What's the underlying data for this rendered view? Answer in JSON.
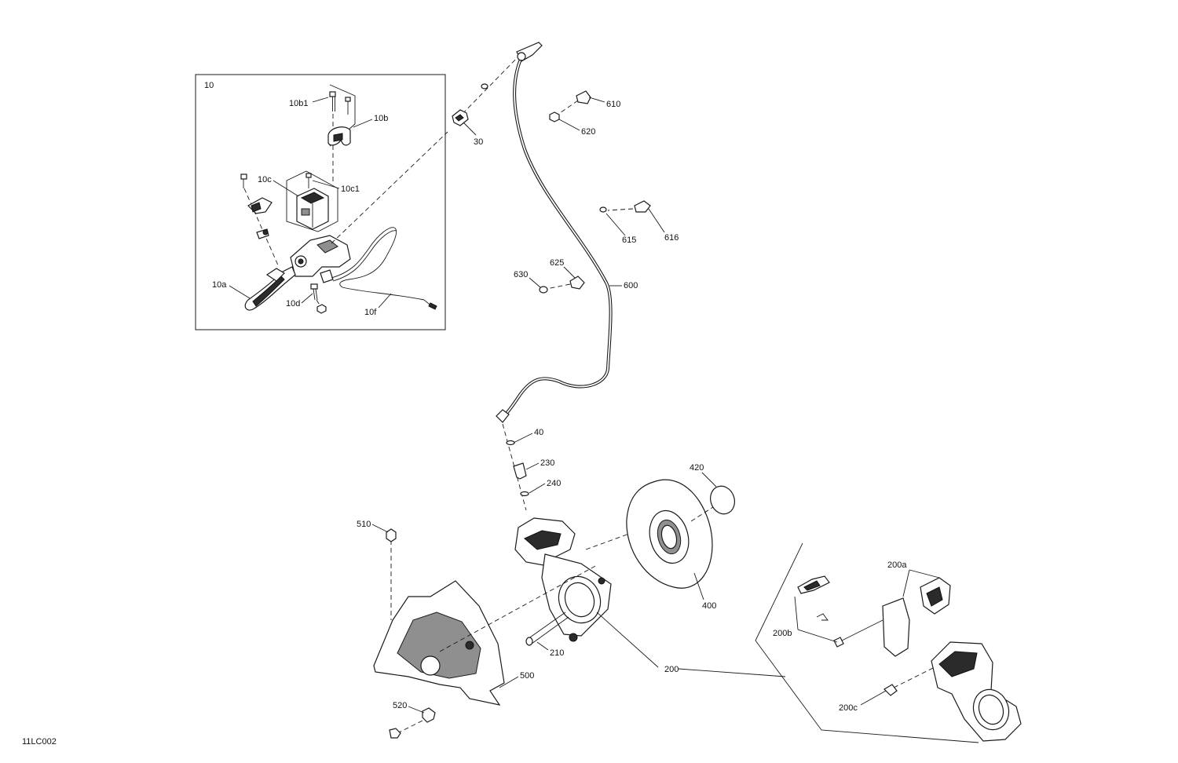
{
  "diagram_id": "11LC002",
  "inset_box_label": "10",
  "callouts": [
    {
      "key": "p10b1",
      "text": "10b1"
    },
    {
      "key": "p10b",
      "text": "10b"
    },
    {
      "key": "p10c",
      "text": "10c"
    },
    {
      "key": "p10c1",
      "text": "10c1"
    },
    {
      "key": "p10a",
      "text": "10a"
    },
    {
      "key": "p10d",
      "text": "10d"
    },
    {
      "key": "p10f",
      "text": "10f"
    },
    {
      "key": "p30",
      "text": "30"
    },
    {
      "key": "p610",
      "text": "610"
    },
    {
      "key": "p620",
      "text": "620"
    },
    {
      "key": "p615",
      "text": "615"
    },
    {
      "key": "p616",
      "text": "616"
    },
    {
      "key": "p625",
      "text": "625"
    },
    {
      "key": "p630",
      "text": "630"
    },
    {
      "key": "p600",
      "text": "600"
    },
    {
      "key": "p40",
      "text": "40"
    },
    {
      "key": "p230",
      "text": "230"
    },
    {
      "key": "p240",
      "text": "240"
    },
    {
      "key": "p420",
      "text": "420"
    },
    {
      "key": "p510",
      "text": "510"
    },
    {
      "key": "p400",
      "text": "400"
    },
    {
      "key": "p200a",
      "text": "200a"
    },
    {
      "key": "p200b",
      "text": "200b"
    },
    {
      "key": "p210",
      "text": "210"
    },
    {
      "key": "p200",
      "text": "200"
    },
    {
      "key": "p500",
      "text": "500"
    },
    {
      "key": "p520",
      "text": "520"
    },
    {
      "key": "p200c",
      "text": "200c"
    }
  ]
}
